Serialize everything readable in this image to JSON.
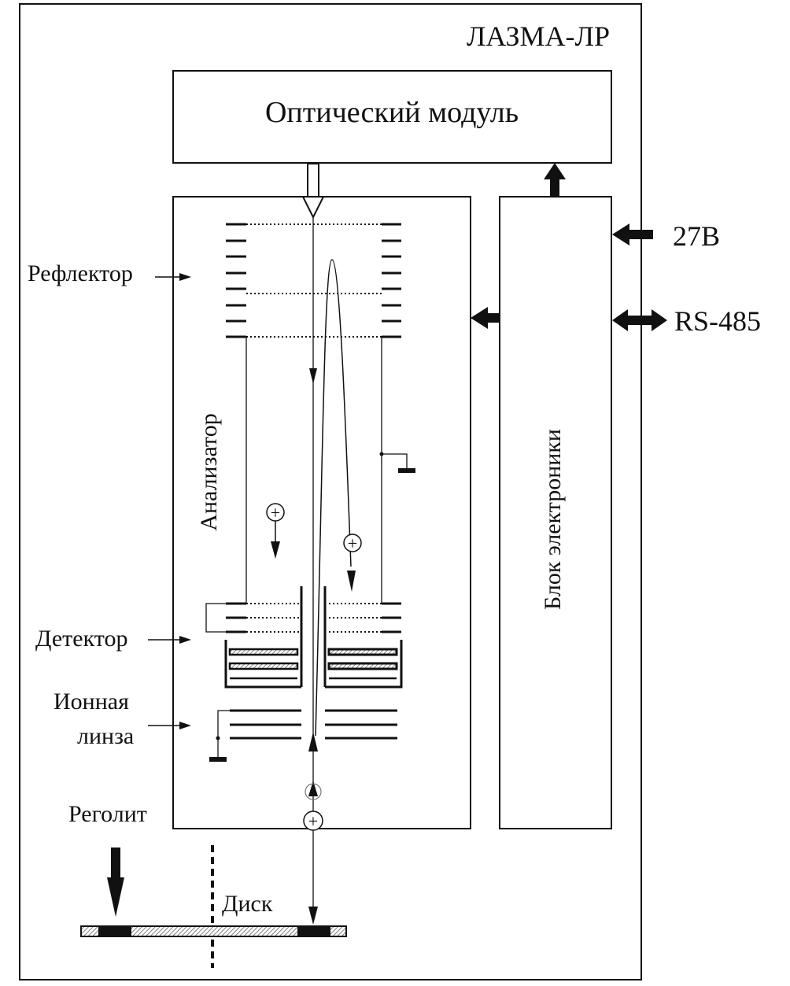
{
  "title": "ЛАЗМА-ЛР",
  "optical_module": "Оптический модуль",
  "analyzer": "Анализатор",
  "electronics": "Блок электроники",
  "labels": {
    "reflector": "Рефлектор",
    "detector": "Детектор",
    "ion_lens_1": "Ионная",
    "ion_lens_2": "линза",
    "regolith": "Реголит",
    "disk": "Диск"
  },
  "inputs": {
    "power": "27В",
    "bus": "RS-485"
  },
  "ion_symbol": "+"
}
